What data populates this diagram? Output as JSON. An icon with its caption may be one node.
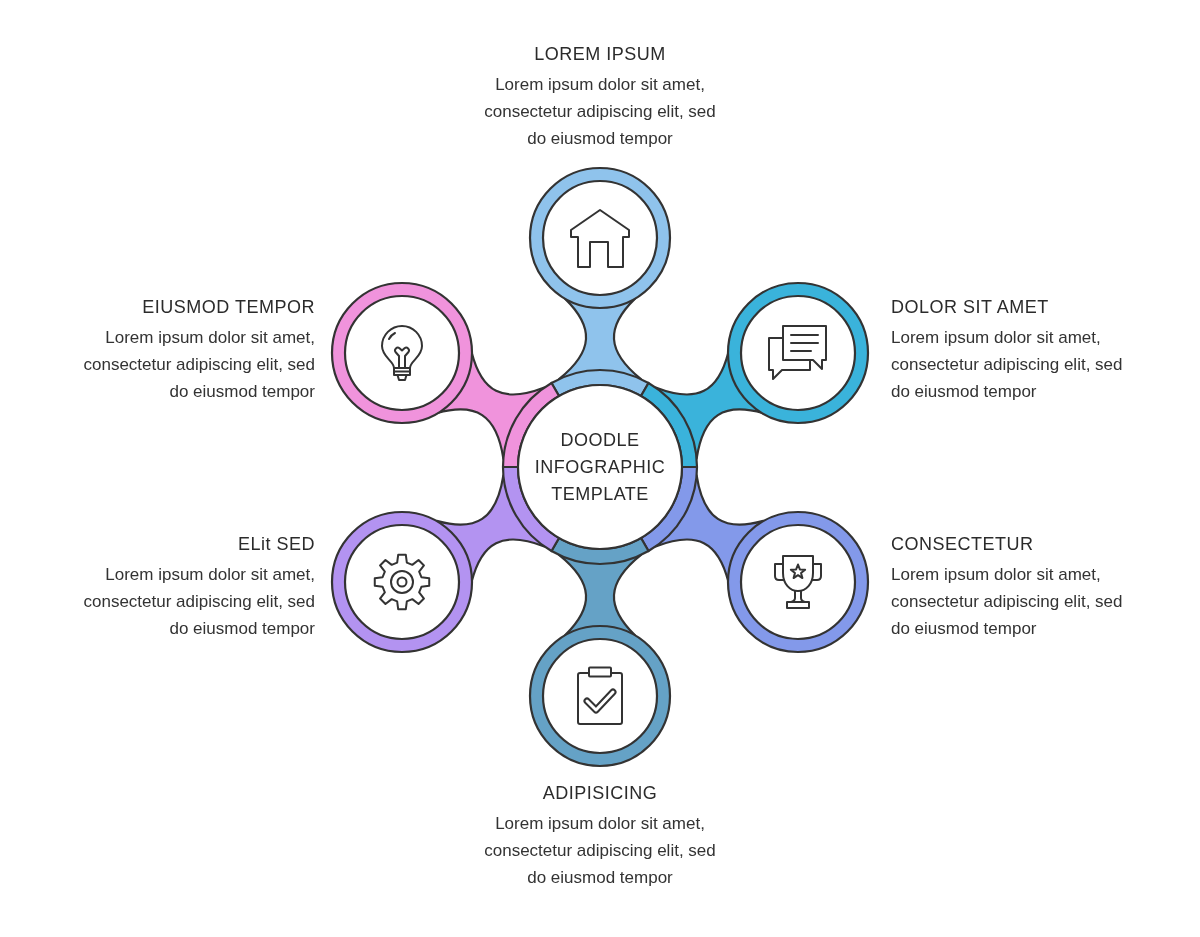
{
  "diagram": {
    "nodes": [
      {
        "text": [
          "DOODLE INFOGRAPHIC TEMPLATE"
        ]
      },
      {
        "text": [
          "LOREM IPSUM",
          "Lorem ipsum dolor sit amet, consectetur adipiscing elit, sed do eiusmod tempor"
        ]
      },
      {
        "text": [
          "DOLOR SIT AMET",
          "Lorem ipsum dolor sit amet, consectetur adipiscing elit, sed do eiusmod tempor"
        ]
      },
      {
        "text": [
          "CONSECTETUR",
          "Lorem ipsum dolor sit amet, consectetur adipiscing elit, sed do eiusmod tempor"
        ]
      },
      {
        "text": [
          "ADIPISICING",
          "Lorem ipsum dolor sit amet, consectetur adipiscing elit, sed do eiusmod tempor"
        ]
      },
      {
        "text": [
          "ELit SED",
          "Lorem ipsum dolor sit amet, consectetur adipiscing elit, sed do eiusmod tempor"
        ]
      },
      {
        "text": [
          "EIUSMOD TEMPOR",
          "Lorem ipsum dolor sit amet, consectetur adipiscing elit, sed do eiusmod tempor"
        ]
      }
    ],
    "edges": [
      {
        "from": 0,
        "to": 1,
        "arrow": "none",
        "color": "#8fc3ec"
      },
      {
        "from": 0,
        "to": 2,
        "arrow": "none",
        "color": "#3ab3db"
      },
      {
        "from": 0,
        "to": 3,
        "arrow": "none",
        "color": "#8399ea"
      },
      {
        "from": 0,
        "to": 4,
        "arrow": "none",
        "color": "#65a2c6"
      },
      {
        "from": 0,
        "to": 5,
        "arrow": "none",
        "color": "#b393f1"
      },
      {
        "from": 0,
        "to": 6,
        "arrow": "none",
        "color": "#f093dc"
      }
    ]
  }
}
